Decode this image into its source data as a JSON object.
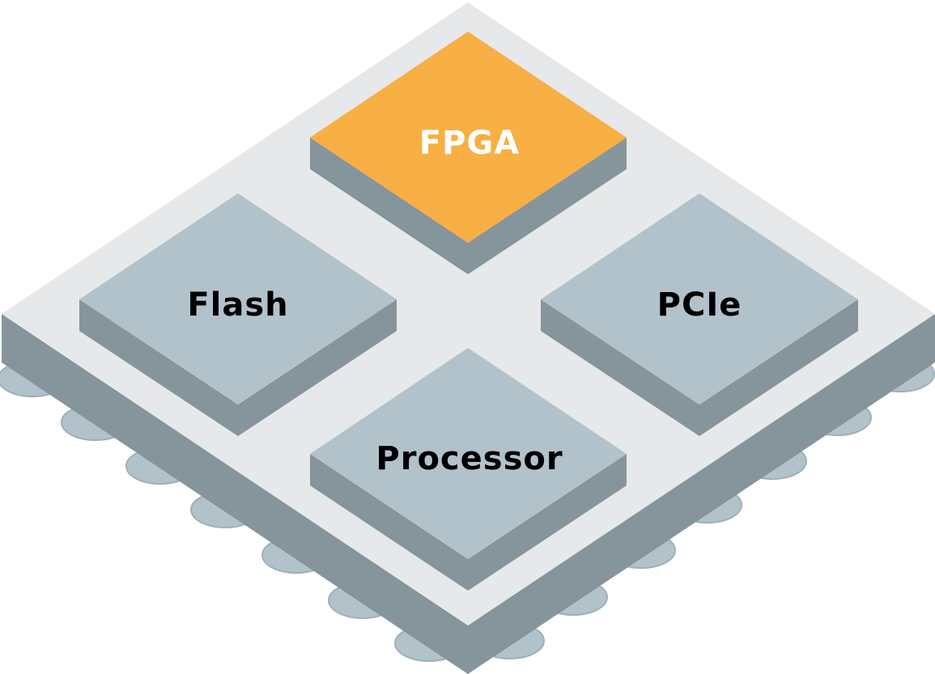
{
  "colors": {
    "background": "#ffffff",
    "board_top": "#e7e8e9",
    "board_side": "#86959b",
    "ball": "#b2c2cb",
    "ball_shadow": "#9fb0ba",
    "chip_top": "#b2c2cb",
    "chip_side": "#86959b",
    "fpga_top": "#f8af43",
    "fpga_label": "#ffffff",
    "chip_label": "#000000"
  },
  "chips": {
    "fpga": {
      "label": "FPGA",
      "highlight": true
    },
    "flash": {
      "label": "Flash",
      "highlight": false
    },
    "pcie": {
      "label": "PCIe",
      "highlight": false
    },
    "processor": {
      "label": "Processor",
      "highlight": false
    }
  }
}
